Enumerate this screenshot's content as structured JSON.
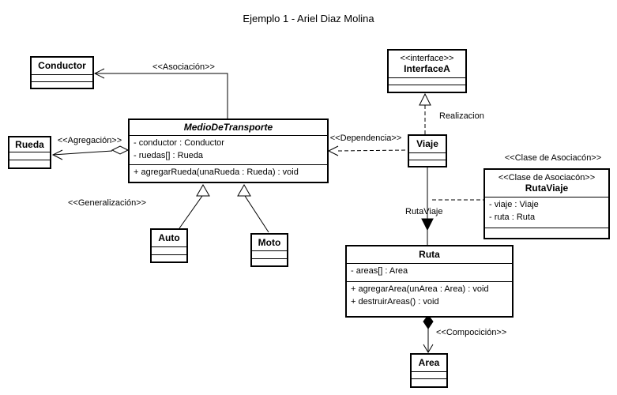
{
  "title": "Ejemplo 1 - Ariel Diaz Molina",
  "colors": {
    "line": "#000000",
    "background": "#ffffff",
    "text": "#000000"
  },
  "classes": {
    "conductor": {
      "name": "Conductor"
    },
    "rueda": {
      "name": "Rueda"
    },
    "medio": {
      "name": "MedioDeTransporte",
      "attributes": [
        "- conductor : Conductor",
        "- ruedas[] : Rueda"
      ],
      "methods": [
        "+ agregarRueda(unaRueda : Rueda) : void"
      ]
    },
    "interfaceA": {
      "stereotype": "<<interface>>",
      "name": "InterfaceA"
    },
    "viaje": {
      "name": "Viaje"
    },
    "rutaviaje": {
      "stereotype": "<<Clase de Asociacón>>",
      "name": "RutaViaje",
      "attributes": [
        "- viaje : Viaje",
        "- ruta : Ruta"
      ]
    },
    "ruta": {
      "name": "Ruta",
      "attributes": [
        "- areas[] : Area"
      ],
      "methods": [
        "+ agregarArea(unArea : Area) : void",
        "+ destruirAreas() : void"
      ]
    },
    "area": {
      "name": "Area"
    },
    "auto": {
      "name": "Auto"
    },
    "moto": {
      "name": "Moto"
    }
  },
  "labels": {
    "asociacion": "<<Asociación>>",
    "agregacion": "<<Agregación>>",
    "generalizacion": "<<Generalización>>",
    "dependencia": "<<Dependencia>>",
    "realizacion": "Realizacion",
    "rutaviaje_link": "RutaViaje",
    "clase_asociacion_floating": "<<Clase de Asociacón>>",
    "compocicion": "<<Compocición>>"
  }
}
